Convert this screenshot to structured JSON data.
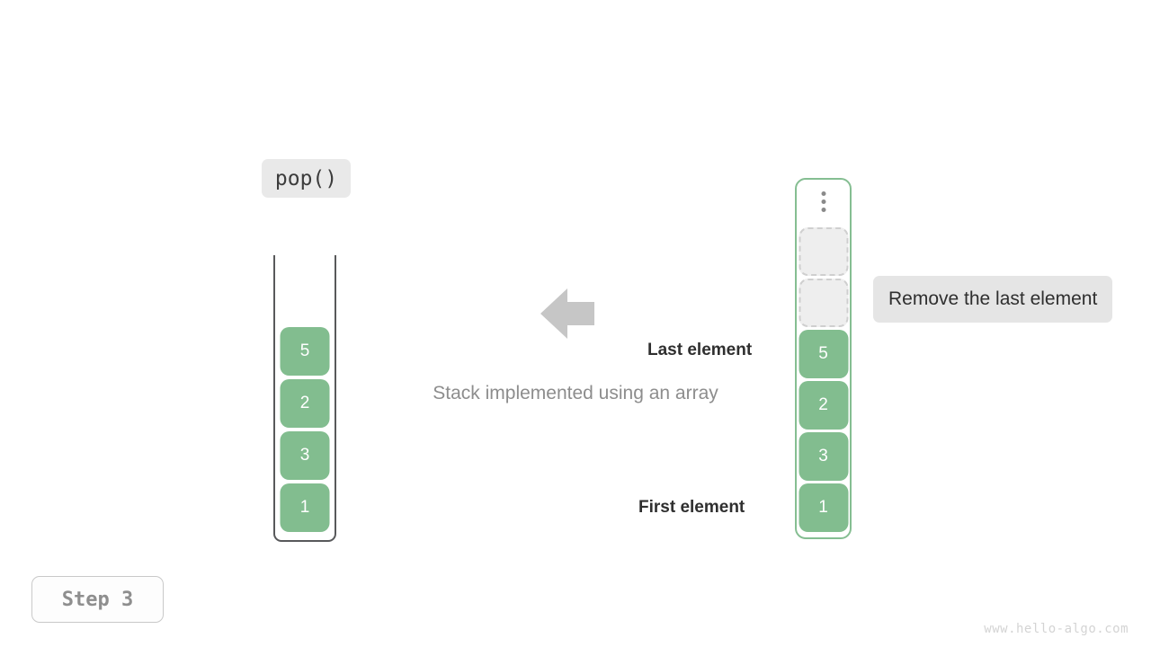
{
  "colors": {
    "element_fill": "#82bd8f",
    "array_border": "#85be92",
    "vessel_border": "#58595b",
    "empty_slot_fill": "#eeeeee",
    "empty_slot_border": "#cfcfcf",
    "chip_background": "#e9e9e9",
    "tooltip_background": "#e5e5e5",
    "arrow_fill": "#c6c6c6",
    "caption_text": "#8d8d8d",
    "label_text": "#2f2f2f",
    "step_text": "#8e8e8e",
    "watermark_text": "#d4d4d4",
    "background": "#ffffff"
  },
  "operation": {
    "label": "pop()"
  },
  "caption": {
    "text": "Stack implemented using an array"
  },
  "arrow": {
    "direction": "left",
    "icon": "arrow-left-icon"
  },
  "stack": {
    "title": "stack-vessel",
    "cells": [
      {
        "value": "5"
      },
      {
        "value": "2"
      },
      {
        "value": "3"
      },
      {
        "value": "1"
      }
    ]
  },
  "array": {
    "title": "array-vessel",
    "overflow_icon": "vertical-ellipsis-icon",
    "empty_slots": 2,
    "cells": [
      {
        "value": "5"
      },
      {
        "value": "2"
      },
      {
        "value": "3"
      },
      {
        "value": "1"
      }
    ]
  },
  "annotations": {
    "last_element": "Last element",
    "first_element": "First element",
    "tooltip": "Remove the last element"
  },
  "footer": {
    "step": "Step 3",
    "watermark": "www.hello-algo.com"
  }
}
